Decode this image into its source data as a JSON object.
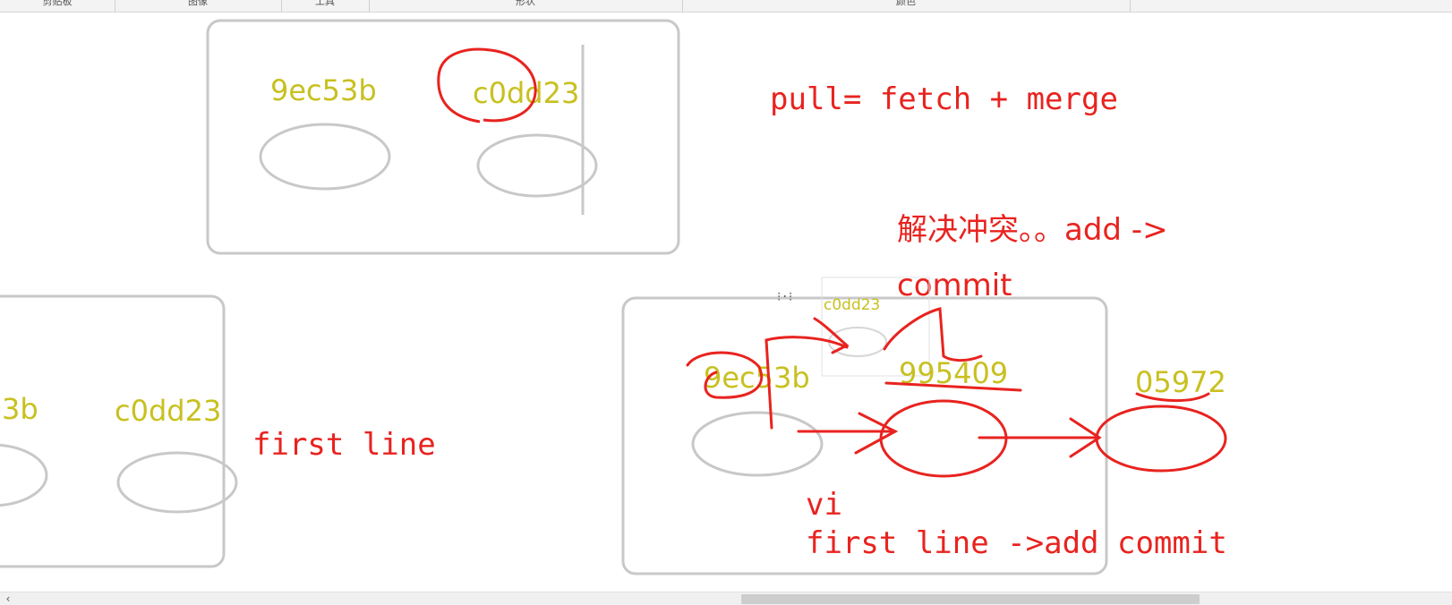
{
  "ribbon": {
    "groups": [
      "剪贴板",
      "图像",
      "工具",
      "形状",
      "颜色"
    ]
  },
  "diagram_top": {
    "commit_a": "9ec53b",
    "commit_b": "c0dd23"
  },
  "note_pull": "pull= fetch + merge",
  "note_resolve_line1": "解决冲突。。add ->",
  "note_resolve_line2": "commit",
  "diagram_left": {
    "commit_a": "3b",
    "commit_b": "c0dd23",
    "caption": "first line"
  },
  "diagram_right": {
    "commit_small": "c0dd23",
    "commit_a": "9ec53b",
    "commit_b": "995409",
    "commit_c": "05972",
    "caption_line1": "vi",
    "caption_line2": "first line ->add commit"
  },
  "colors": {
    "hash_text": "#c8c020",
    "annotation_red": "#e8231f",
    "box_gray": "#c8c8c8",
    "node_gray": "#c8c8c8"
  }
}
